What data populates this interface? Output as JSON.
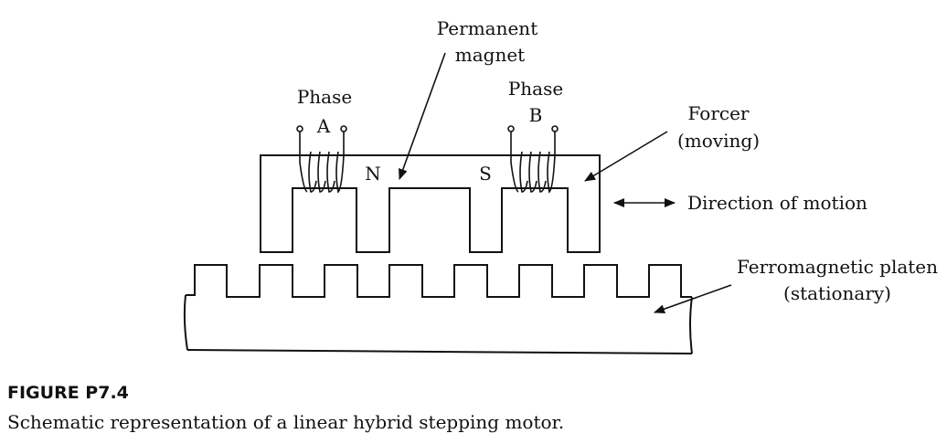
{
  "labels": {
    "permanent_magnet_1": "Permanent",
    "permanent_magnet_2": "magnet",
    "phase_a_1": "Phase",
    "phase_a_2": "A",
    "phase_b_1": "Phase",
    "phase_b_2": "B",
    "forcer_1": "Forcer",
    "forcer_2": "(moving)",
    "pole_n": "N",
    "pole_s": "S",
    "direction": "Direction of motion",
    "platen_1": "Ferromagnetic platen",
    "platen_2": "(stationary)"
  },
  "caption": {
    "title": "FIGURE P7.4",
    "text": "Schematic representation of a linear hybrid stepping motor."
  }
}
